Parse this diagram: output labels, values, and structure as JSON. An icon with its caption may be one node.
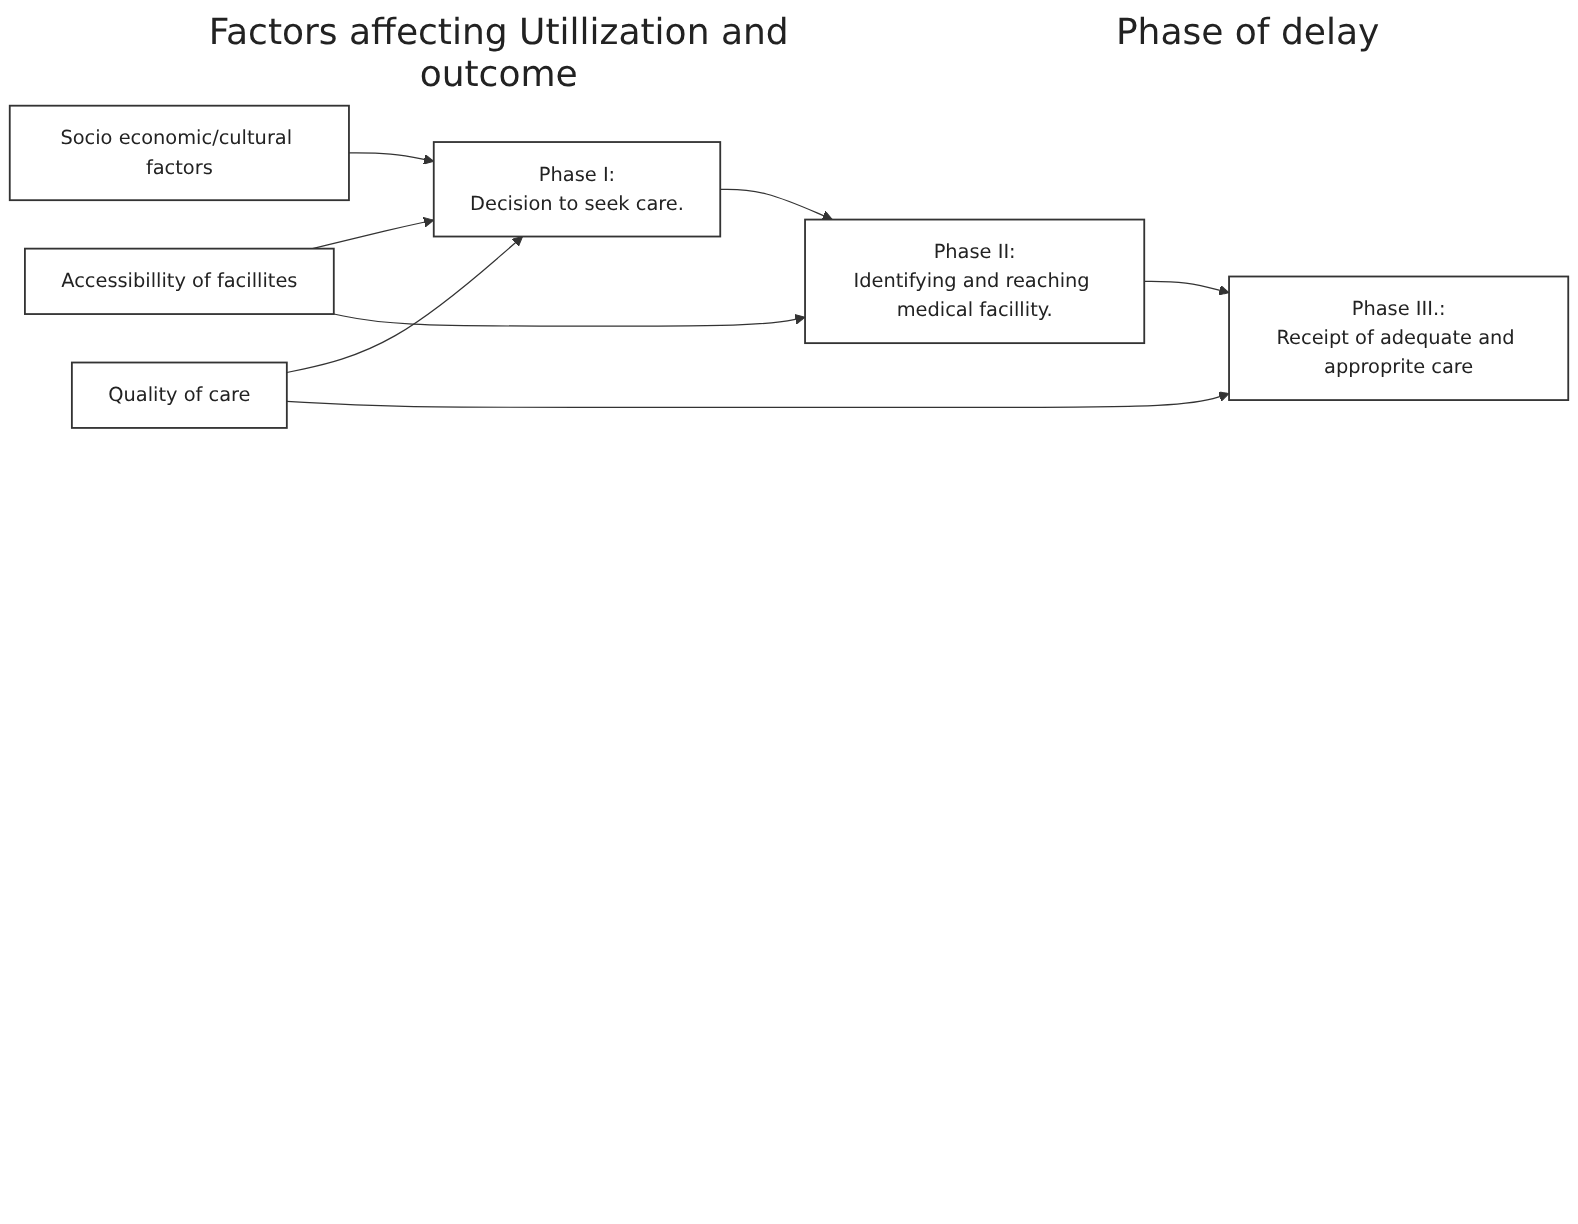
{
  "diagram": {
    "nodes": [
      {
        "text": [
          "Socio economic/cultural factors"
        ]
      },
      {
        "text": [
          "Accessibillity of facillites"
        ]
      },
      {
        "text": [
          "Quality of care"
        ]
      },
      {
        "text": [
          "Phase I:",
          "Decision to seek care."
        ]
      },
      {
        "text": [
          "Phase II:",
          "Identifying and reaching medical facillity."
        ]
      },
      {
        "text": [
          "Phase III.:",
          "Receipt of adequate and approprite care"
        ]
      }
    ],
    "edges": [
      {
        "from": 0,
        "to": 3,
        "arrow": "to"
      },
      {
        "from": 1,
        "to": 3,
        "arrow": "to"
      },
      {
        "from": 2,
        "to": 3,
        "arrow": "to"
      },
      {
        "from": 1,
        "to": 4,
        "arrow": "to"
      },
      {
        "from": 2,
        "to": 5,
        "arrow": "to"
      },
      {
        "from": 3,
        "to": 4,
        "arrow": "to"
      },
      {
        "from": 4,
        "to": 5,
        "arrow": "to"
      }
    ],
    "labels": [
      "Factors affecting Utillization and outcome",
      "Phase of delay"
    ]
  }
}
